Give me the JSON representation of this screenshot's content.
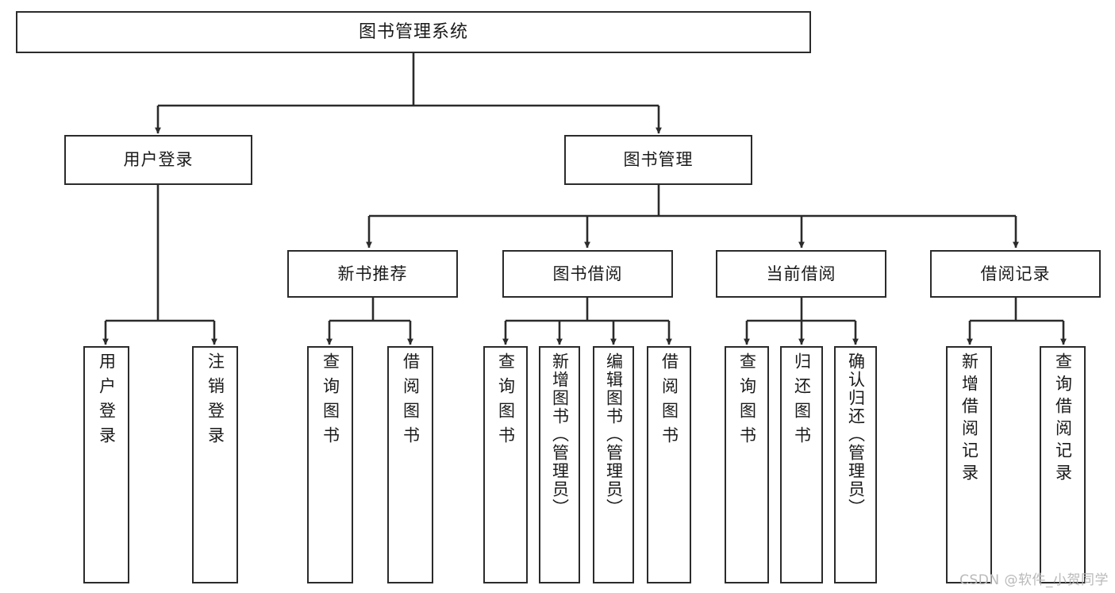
{
  "diagram": {
    "type": "tree-hierarchy-diagram",
    "title": "图书管理系统",
    "watermark": "CSDN @软件_小贺同学",
    "colors": {
      "stroke": "#2b2b2b",
      "fill": "#ffffff",
      "text": "#1a1a1a",
      "watermark": "#b9b9b9"
    },
    "nodes": {
      "root": {
        "label": "图书管理系统"
      },
      "level1": [
        {
          "id": "user-login",
          "label": "用户登录"
        },
        {
          "id": "book-management",
          "label": "图书管理"
        }
      ],
      "level2": [
        {
          "id": "new-book-recommend",
          "label": "新书推荐"
        },
        {
          "id": "book-borrow",
          "label": "图书借阅"
        },
        {
          "id": "current-borrow",
          "label": "当前借阅"
        },
        {
          "id": "borrow-record",
          "label": "借阅记录"
        }
      ],
      "leaves": {
        "user_login": [
          {
            "id": "leaf-user-login",
            "label": "用户登录"
          },
          {
            "id": "leaf-logout",
            "label": "注销登录"
          }
        ],
        "new_book_recommend": [
          {
            "id": "leaf-query-book-1",
            "label": "查询图书"
          },
          {
            "id": "leaf-borrow-book-1",
            "label": "借阅图书"
          }
        ],
        "book_borrow": [
          {
            "id": "leaf-query-book-2",
            "label": "查询图书"
          },
          {
            "id": "leaf-add-book",
            "label": "新增图书（管理员）"
          },
          {
            "id": "leaf-edit-book",
            "label": "编辑图书（管理员）"
          },
          {
            "id": "leaf-borrow-book-2",
            "label": "借阅图书"
          }
        ],
        "current_borrow": [
          {
            "id": "leaf-query-book-3",
            "label": "查询图书"
          },
          {
            "id": "leaf-return-book",
            "label": "归还图书"
          },
          {
            "id": "leaf-confirm-return",
            "label": "确认归还（管理员）"
          }
        ],
        "borrow_record": [
          {
            "id": "leaf-add-record",
            "label": "新增借阅记录"
          },
          {
            "id": "leaf-query-record",
            "label": "查询借阅记录"
          }
        ]
      }
    }
  }
}
